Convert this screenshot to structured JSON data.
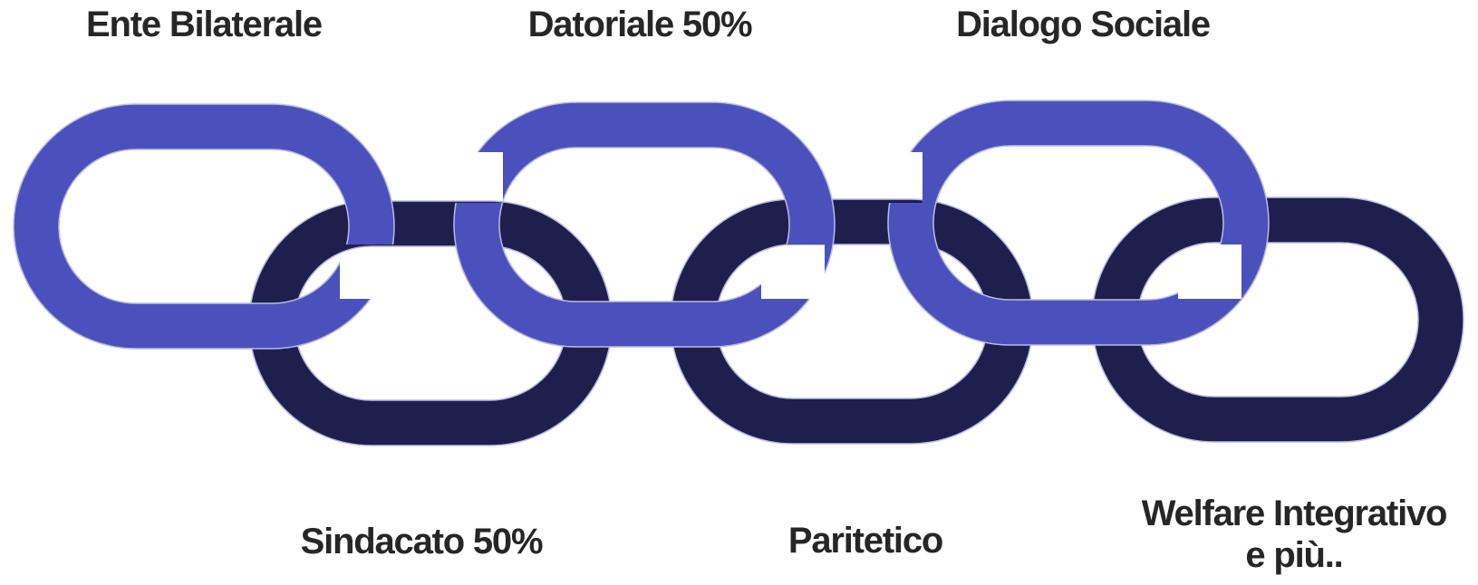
{
  "labels": {
    "top_1": "Ente Bilaterale",
    "top_2": "Datoriale 50%",
    "top_3": "Dialogo Sociale",
    "bottom_1": "Sindacato 50%",
    "bottom_2": "Paritetico",
    "bottom_3_line1": "Welfare Integrativo",
    "bottom_3_line2": "e più.."
  },
  "colors": {
    "upper_links": "#4a51bd",
    "lower_links": "#1f1f4d",
    "link_outline": "#b9bbe6",
    "label_text": "#262626"
  }
}
